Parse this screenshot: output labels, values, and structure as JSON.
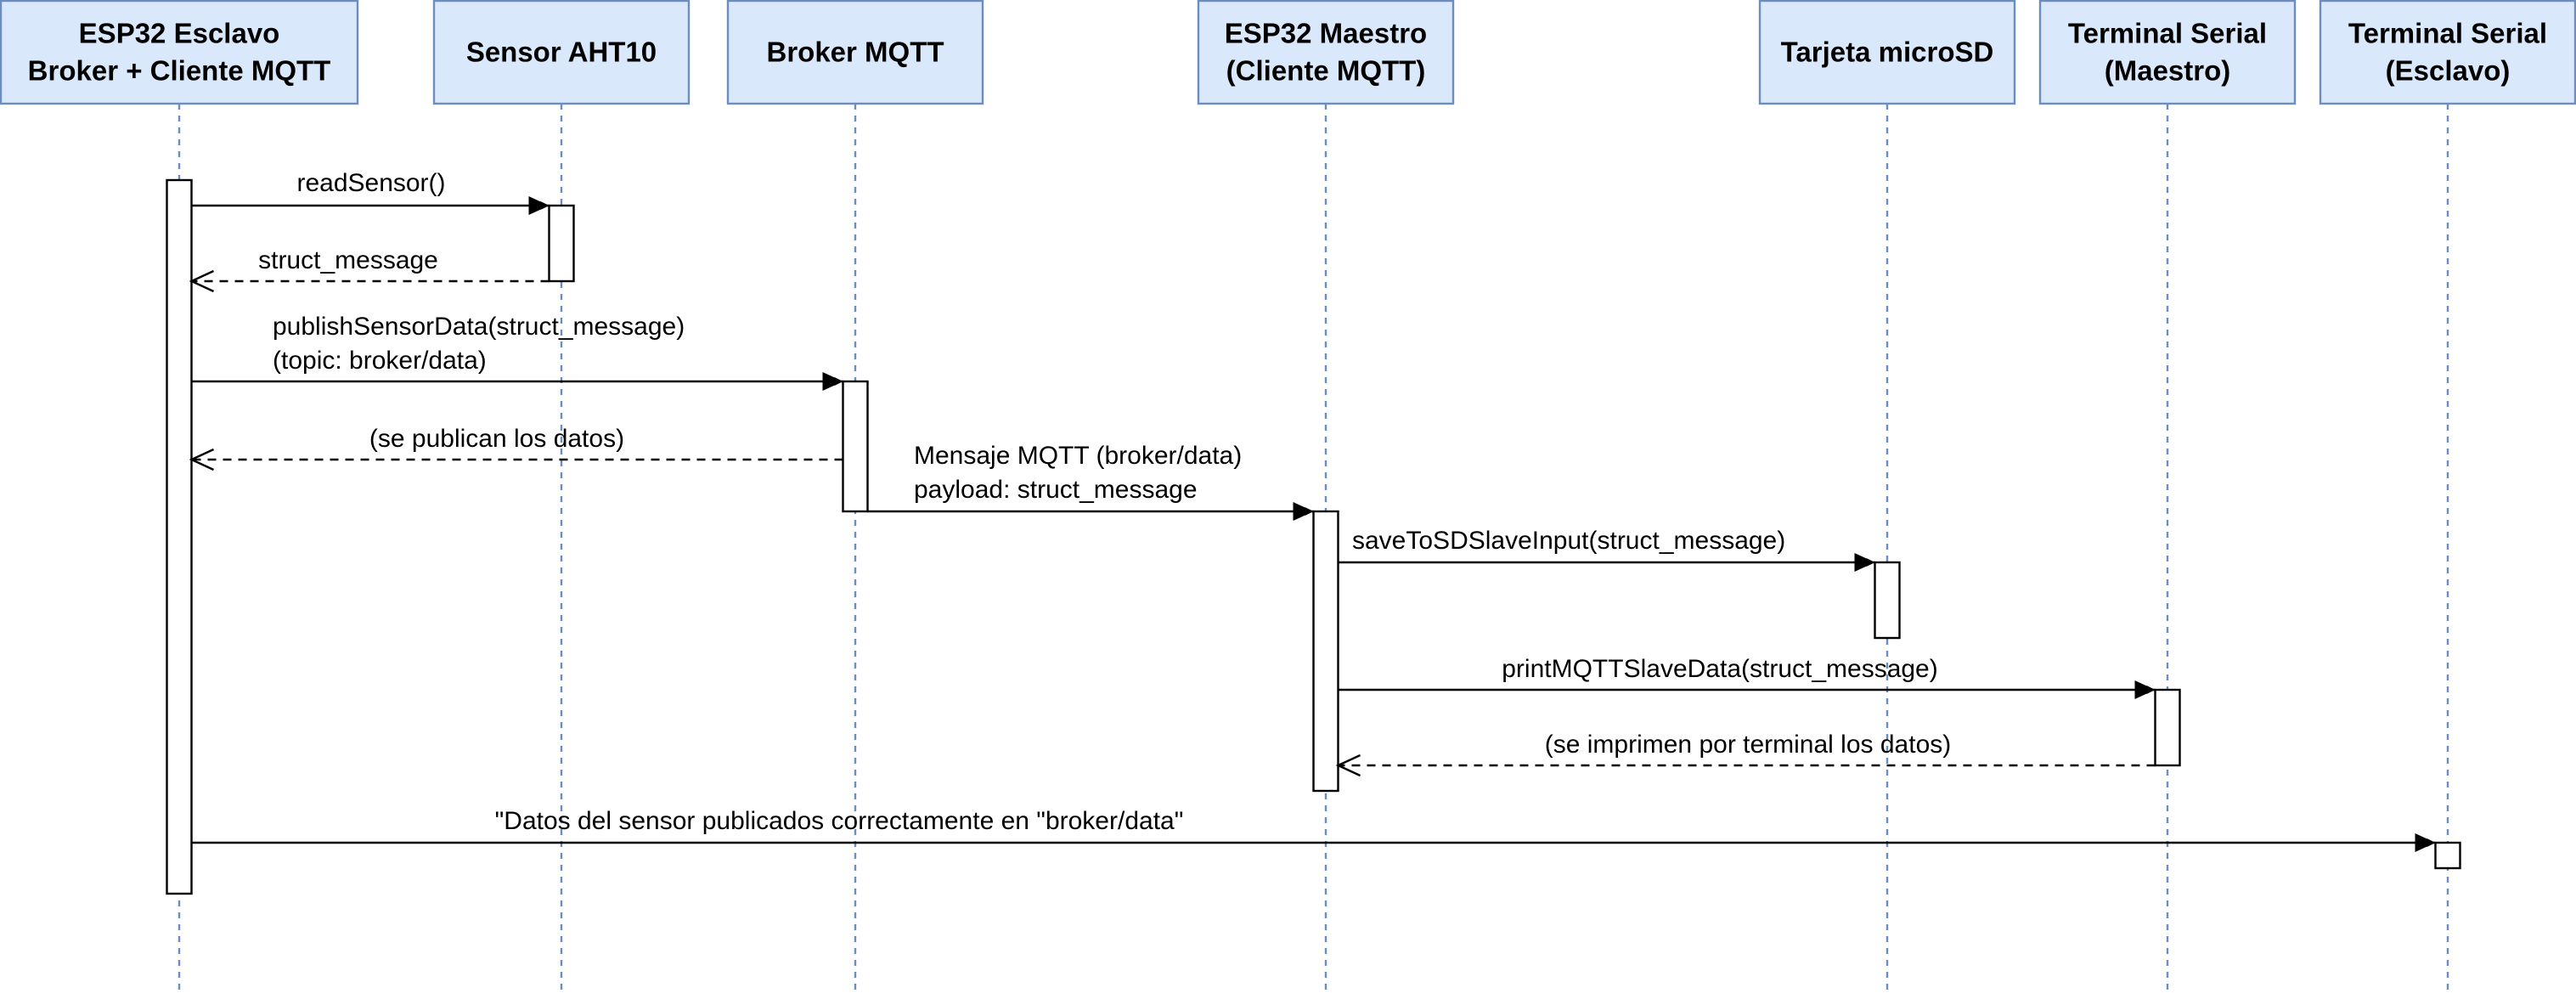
{
  "diagram": {
    "participants": [
      {
        "id": "esclavo",
        "lines": [
          "ESP32 Esclavo",
          "Broker + Cliente MQTT"
        ]
      },
      {
        "id": "sensor",
        "lines": [
          "Sensor AHT10"
        ]
      },
      {
        "id": "broker",
        "lines": [
          "Broker MQTT"
        ]
      },
      {
        "id": "maestro",
        "lines": [
          "ESP32 Maestro",
          "(Cliente MQTT)"
        ]
      },
      {
        "id": "microsd",
        "lines": [
          "Tarjeta microSD"
        ]
      },
      {
        "id": "term_maestro",
        "lines": [
          "Terminal Serial",
          "(Maestro)"
        ]
      },
      {
        "id": "term_esclavo",
        "lines": [
          "Terminal Serial",
          "(Esclavo)"
        ]
      }
    ],
    "messages": [
      {
        "from": "esclavo",
        "to": "sensor",
        "kind": "sync",
        "lines": [
          "readSensor()"
        ]
      },
      {
        "from": "sensor",
        "to": "esclavo",
        "kind": "return",
        "lines": [
          "struct_message"
        ]
      },
      {
        "from": "esclavo",
        "to": "broker",
        "kind": "sync",
        "lines": [
          "publishSensorData(struct_message)",
          "(topic: broker/data)"
        ]
      },
      {
        "from": "broker",
        "to": "esclavo",
        "kind": "return",
        "lines": [
          "(se publican los datos)"
        ]
      },
      {
        "from": "broker",
        "to": "maestro",
        "kind": "sync",
        "lines": [
          "Mensaje MQTT (broker/data)",
          "payload: struct_message"
        ]
      },
      {
        "from": "maestro",
        "to": "microsd",
        "kind": "sync",
        "lines": [
          "saveToSDSlaveInput(struct_message)"
        ]
      },
      {
        "from": "maestro",
        "to": "term_maestro",
        "kind": "sync",
        "lines": [
          "printMQTTSlaveData(struct_message)"
        ]
      },
      {
        "from": "term_maestro",
        "to": "maestro",
        "kind": "return",
        "lines": [
          "(se imprimen por terminal los datos)"
        ]
      },
      {
        "from": "esclavo",
        "to": "term_esclavo",
        "kind": "sync",
        "lines": [
          "\"Datos del sensor publicados correctamente en \"broker/data\""
        ]
      }
    ],
    "colors": {
      "participant_fill": "#dae8fc",
      "participant_stroke": "#6c8ebf",
      "lifeline": "#6c8ebf",
      "line": "#000000"
    }
  }
}
